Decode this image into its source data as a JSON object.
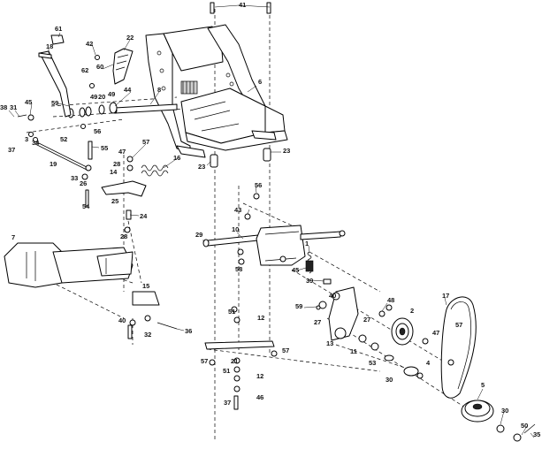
{
  "callouts": [
    "41",
    "61",
    "42",
    "22",
    "60",
    "62",
    "18",
    "45",
    "38",
    "31",
    "59",
    "49",
    "20",
    "49",
    "44",
    "8",
    "6",
    "37",
    "3",
    "34",
    "52",
    "56",
    "55",
    "57",
    "47",
    "28",
    "33",
    "26",
    "19",
    "14",
    "16",
    "23",
    "23",
    "25",
    "54",
    "56",
    "43",
    "24",
    "28",
    "7",
    "29",
    "10",
    "58",
    "45",
    "1",
    "39",
    "15",
    "40",
    "48",
    "17",
    "59",
    "51",
    "12",
    "27",
    "27",
    "2",
    "47",
    "57",
    "40",
    "32",
    "36",
    "13",
    "11",
    "53",
    "21",
    "4",
    "30",
    "57",
    "57",
    "51",
    "12",
    "37",
    "46",
    "5",
    "30",
    "50",
    "35"
  ]
}
